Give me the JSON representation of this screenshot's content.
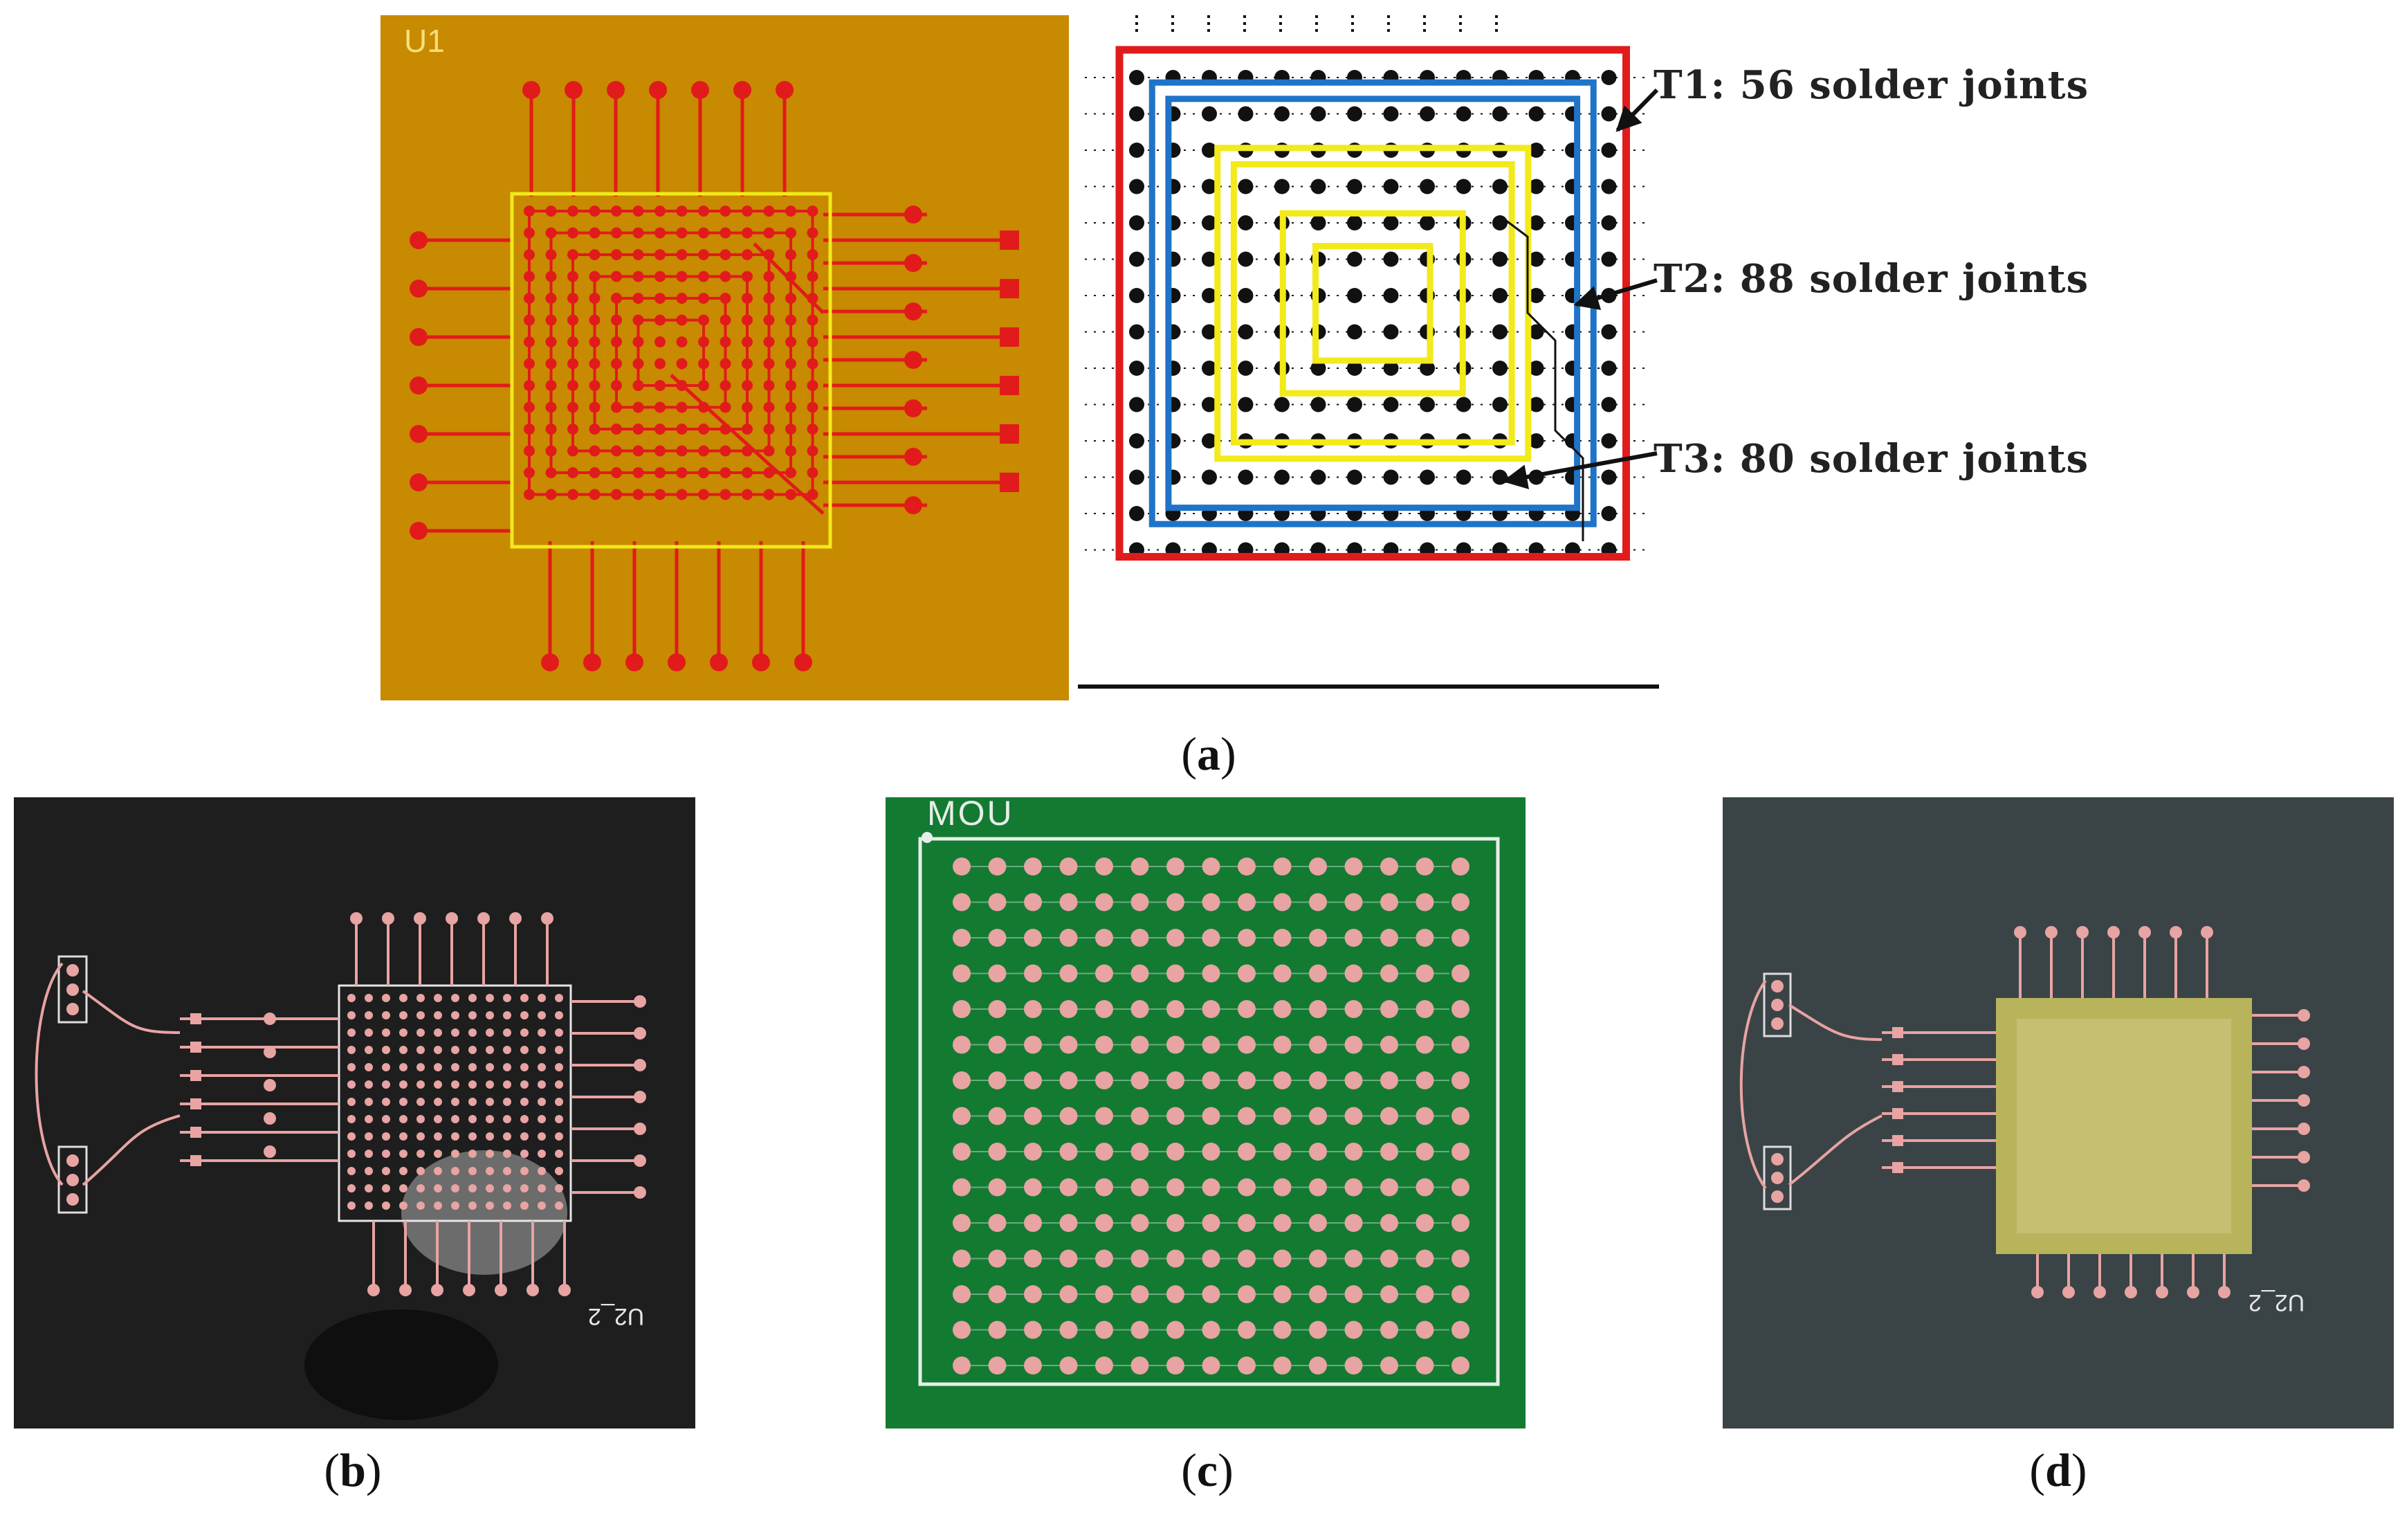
{
  "panel_a": {
    "board_label": "U1",
    "callouts": [
      {
        "id": "T1",
        "text": "T1: 56 solder joints",
        "color": "#e11b1b"
      },
      {
        "id": "T2",
        "text": "T2: 88 solder joints",
        "color": "#1f74c7"
      },
      {
        "id": "T3",
        "text": "T3: 80 solder joints",
        "color": "#f2ea1a"
      }
    ],
    "caption_open": "(",
    "caption_letter": "a",
    "caption_close": ")"
  },
  "panel_b": {
    "pcb_marking": "U2_2",
    "caption_open": "(",
    "caption_letter": "b",
    "caption_close": ")"
  },
  "panel_c": {
    "pcb_marking": "MOU",
    "caption_open": "(",
    "caption_letter": "c",
    "caption_close": ")"
  },
  "panel_d": {
    "pcb_marking": "U2_2",
    "caption_open": "(",
    "caption_letter": "d",
    "caption_close": ")"
  },
  "colors": {
    "board_orange": "#c88a00",
    "trace_red": "#e11b1b",
    "outline_yellow": "#f2ea1a",
    "loop_blue": "#1f74c7",
    "pcb_dark": "#1e1e1e",
    "pcb_green": "#137a32",
    "pad_copper": "#e8a3a3"
  }
}
